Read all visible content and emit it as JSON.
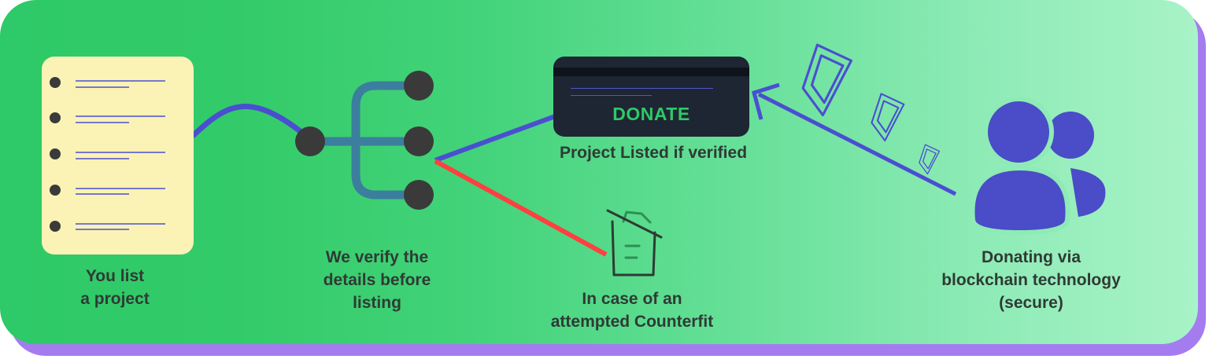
{
  "colors": {
    "card_gradient_start": "#2ec968",
    "card_gradient_end": "#a8f3c7",
    "shadow": "#a47cf0",
    "notepad": "#fbf2b6",
    "connector_blue": "#4a4fd0",
    "branch_teal": "#3b7e9e",
    "node_dark": "#3a3a3a",
    "counterfeit_red": "#ff4040",
    "donate_card": "#1e2533",
    "donate_text": "#2ec968",
    "user_purple": "#4a4cc8",
    "label_text": "#2f3a35"
  },
  "steps": {
    "list_project": "You list\na project",
    "verify": "We verify the\ndetails before\nlisting",
    "listed": "Project Listed if verified",
    "counterfeit": "In case of an\nattempted Counterfit",
    "donating": "Donating via\nblockchain technology\n(secure)"
  },
  "donate_card": {
    "button_label": "DONATE"
  },
  "icons": {
    "notepad": "notepad-list-icon",
    "branch": "verification-branch-icon",
    "trash": "trash-can-icon",
    "users": "users-icon",
    "tokens": "crypto-token-icon"
  }
}
